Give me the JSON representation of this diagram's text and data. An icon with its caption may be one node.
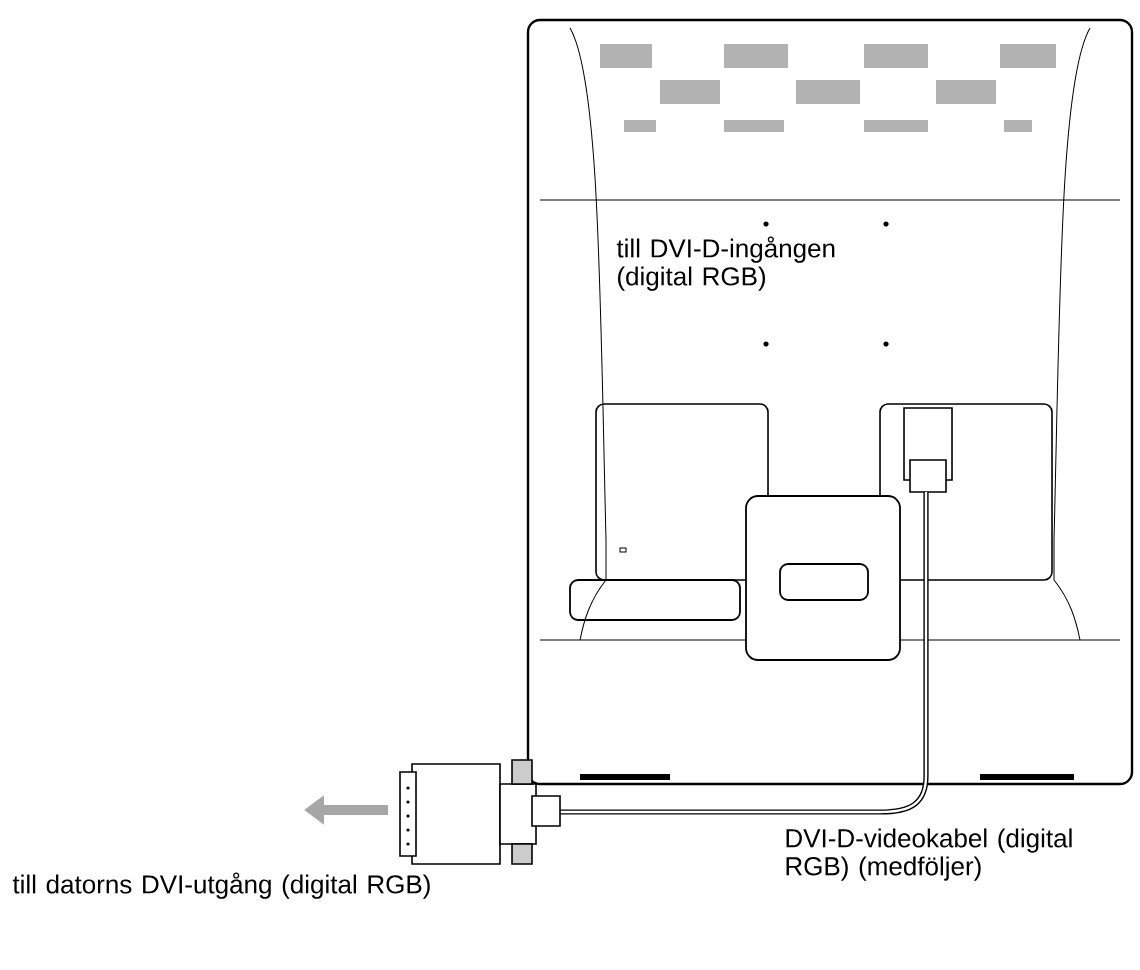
{
  "diagram": {
    "labels": [
      "till DVI-D-ingången (digital RGB)",
      "till datorns DVI-utgång (digital RGB)",
      "DVI-D-videokabel (digital RGB) (medföljer)"
    ]
  }
}
